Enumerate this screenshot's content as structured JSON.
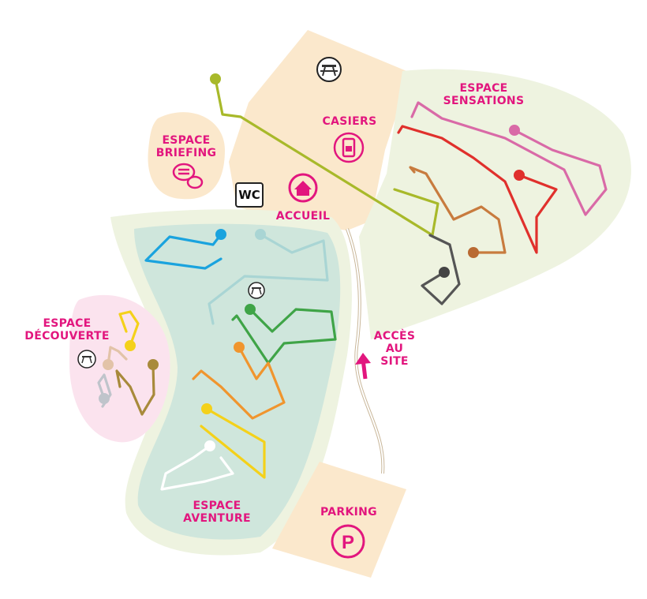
{
  "map": {
    "zones": {
      "sensations": "ESPACE SENSATIONS",
      "briefing": "ESPACE BRIEFING",
      "decouverte": "ESPACE DÉCOUVERTE",
      "aventure": "ESPACE AVENTURE"
    },
    "facilities": {
      "casiers": "CASIERS",
      "accueil": "ACCUEIL",
      "wc": "WC",
      "acces": "ACCÈS AU SITE",
      "parking": "PARKING",
      "parking_symbol": "P"
    },
    "colors": {
      "accent": "#e2167e",
      "beige": "#fbe8cc",
      "green_zone": "#eef3e0",
      "teal_zone": "#cfe6dc",
      "pink_zone": "#fbe3ee"
    }
  }
}
